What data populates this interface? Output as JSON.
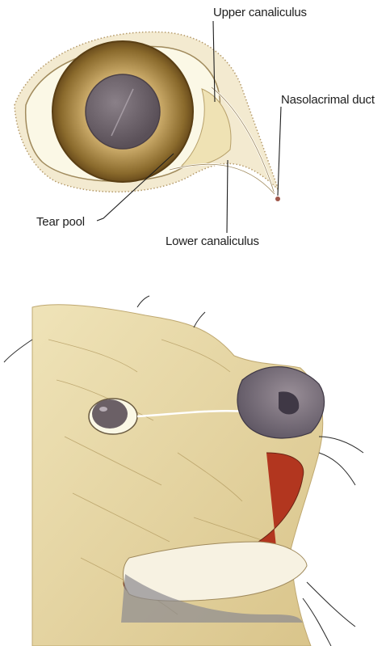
{
  "labels": {
    "upper_canaliculus": "Upper canaliculus",
    "nasolacrimal_duct": "Nasolacrimal duct",
    "tear_pool": "Tear pool",
    "lower_canaliculus": "Lower canaliculus"
  },
  "colors": {
    "iris_outer": "#7a5c22",
    "iris_inner": "#c8a867",
    "pupil": "#6b6066",
    "sclera": "#fbf8e6",
    "fur": "#e6d6a2",
    "fur_dark": "#cdb87c",
    "nose": "#6c646e",
    "mouth": "#b2361f",
    "teeth": "#f7f2e2",
    "leader_line": "#1e1e1e"
  }
}
